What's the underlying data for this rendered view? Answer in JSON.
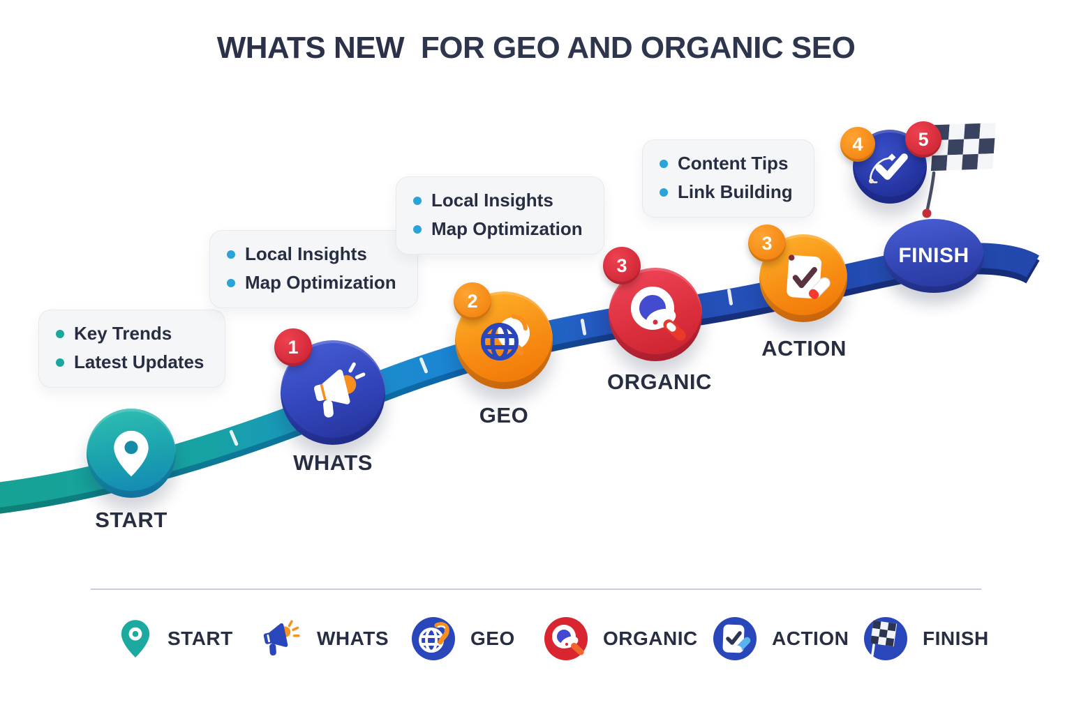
{
  "title": {
    "highlight": "WHATS NEW",
    "rest": "FOR GEO AND ORGANIC SEO"
  },
  "colors": {
    "navy_text": "#2a3148",
    "road_teal": "#17a295",
    "road_light_blue": "#1b82d6",
    "road_royal_blue": "#2346ab",
    "node_teal": "#1aa0ae",
    "node_blue": "#3346bd",
    "node_orange": "#f78c12",
    "node_red": "#dc2f3e",
    "badge_red": "#d62431",
    "badge_orange": "#f78e1e",
    "bullet_teal": "#1aa89e",
    "bullet_blue": "#2aa3d8",
    "callout_bg": "#f5f6f8"
  },
  "callouts": [
    {
      "name": "start-callout",
      "items": [
        "Key Trends",
        "Latest Updates"
      ]
    },
    {
      "name": "whats-callout",
      "items": [
        "Local Insights",
        "Map Optimization"
      ]
    },
    {
      "name": "geo-callout",
      "items": [
        "Local Insights",
        "Map Optimization"
      ]
    },
    {
      "name": "organic-callout",
      "items": [
        "Content Tips",
        "Link Building"
      ]
    }
  ],
  "milestones": [
    {
      "label": "START"
    },
    {
      "label": "WHATS",
      "badge": "1"
    },
    {
      "label": "GEO",
      "badge": "2"
    },
    {
      "label": "ORGANIC",
      "badge": "3"
    },
    {
      "label": "ACTION",
      "badge": "3"
    },
    {
      "label": "FINISH",
      "route_badge": "4",
      "flag_badge": "5"
    }
  ],
  "legend": [
    {
      "label": "START",
      "icon": "map-pin-icon"
    },
    {
      "label": "WHATS",
      "icon": "megaphone-icon"
    },
    {
      "label": "GEO",
      "icon": "globe-icon"
    },
    {
      "label": "ORGANIC",
      "icon": "magnifier-icon"
    },
    {
      "label": "ACTION",
      "icon": "checklist-icon"
    },
    {
      "label": "FINISH",
      "icon": "checkered-flag-icon"
    }
  ]
}
